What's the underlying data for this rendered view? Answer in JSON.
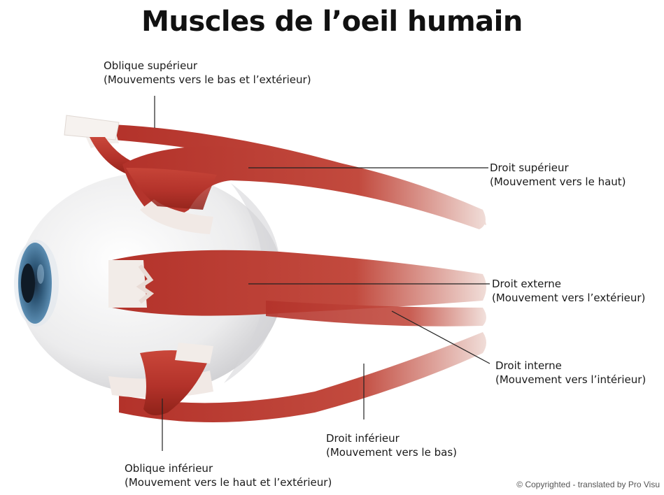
{
  "title": "Muscles de l’oeil humain",
  "labels": {
    "oblique_superieur": {
      "name": "Oblique supérieur",
      "desc": "(Mouvements vers le bas et l’extérieur)"
    },
    "droit_superieur": {
      "name": "Droit supérieur",
      "desc": "(Mouvement vers le haut)"
    },
    "droit_externe": {
      "name": "Droit externe",
      "desc": "(Mouvement vers l’extérieur)"
    },
    "droit_interne": {
      "name": "Droit interne",
      "desc": "(Mouvement vers l’intérieur)"
    },
    "droit_inferieur": {
      "name": "Droit inférieur",
      "desc": "(Mouvement vers le bas)"
    },
    "oblique_inferieur": {
      "name": "Oblique inférieur",
      "desc": "(Mouvement vers le haut et l’extérieur)"
    }
  },
  "copyright": "© Copyrighted - translated by Pro Visu",
  "colors": {
    "muscle": "#b8342a",
    "muscle_dark": "#8e2219",
    "tendon": "#f2ece8",
    "sclera": "#e9e9ea",
    "iris": "#3f6f93",
    "leader_line": "#222222"
  }
}
